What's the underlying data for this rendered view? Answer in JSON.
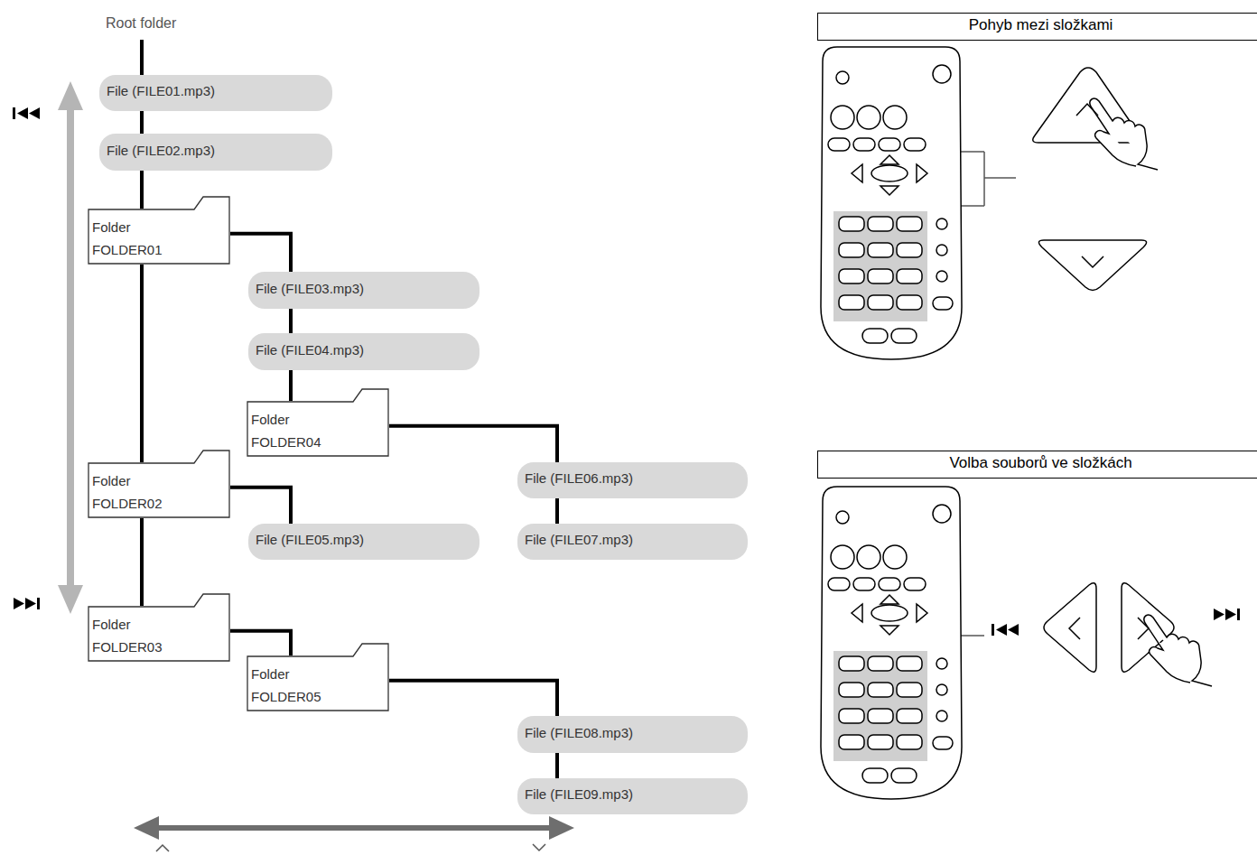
{
  "diagram": {
    "nodes": [
      {
        "text": [
          "File (FILE01.mp3)"
        ]
      },
      {
        "text": [
          "File (FILE02.mp3)"
        ]
      },
      {
        "text": [
          "Folder FOLDER01"
        ]
      },
      {
        "text": [
          "File (FILE03.mp3)"
        ]
      },
      {
        "text": [
          "File (FILE04.mp3)"
        ]
      },
      {
        "text": [
          "Folder FOLDER04"
        ]
      },
      {
        "text": [
          "File (FILE06.mp3)"
        ]
      },
      {
        "text": [
          "File (FILE07.mp3)"
        ]
      },
      {
        "text": [
          "Folder FOLDER02"
        ]
      },
      {
        "text": [
          "File (FILE05.mp3)"
        ]
      },
      {
        "text": [
          "Folder FOLDER03"
        ]
      },
      {
        "text": [
          "Folder FOLDER05"
        ]
      },
      {
        "text": [
          "File (FILE08.mp3)"
        ]
      },
      {
        "text": [
          "File (FILE09.mp3)"
        ]
      },
      {
        "text": [
          "Pohyb mezi složkami"
        ]
      },
      {
        "text": [
          "Volba souborů ve složkách"
        ]
      }
    ],
    "edges": [
      {
        "from": 0,
        "to": 1,
        "arrow": "none"
      },
      {
        "from": 1,
        "to": 2,
        "arrow": "none"
      },
      {
        "from": 2,
        "to": 8,
        "arrow": "none"
      },
      {
        "from": 8,
        "to": 10,
        "arrow": "none"
      },
      {
        "from": 2,
        "to": 3,
        "arrow": "none"
      },
      {
        "from": 3,
        "to": 4,
        "arrow": "none"
      },
      {
        "from": 4,
        "to": 5,
        "arrow": "none"
      },
      {
        "from": 5,
        "to": 6,
        "arrow": "none"
      },
      {
        "from": 6,
        "to": 7,
        "arrow": "none"
      },
      {
        "from": 8,
        "to": 9,
        "arrow": "none"
      },
      {
        "from": 10,
        "to": 11,
        "arrow": "none"
      },
      {
        "from": 11,
        "to": 12,
        "arrow": "none"
      },
      {
        "from": 12,
        "to": 13,
        "arrow": "none"
      }
    ],
    "labels": [
      "Root folder"
    ]
  }
}
